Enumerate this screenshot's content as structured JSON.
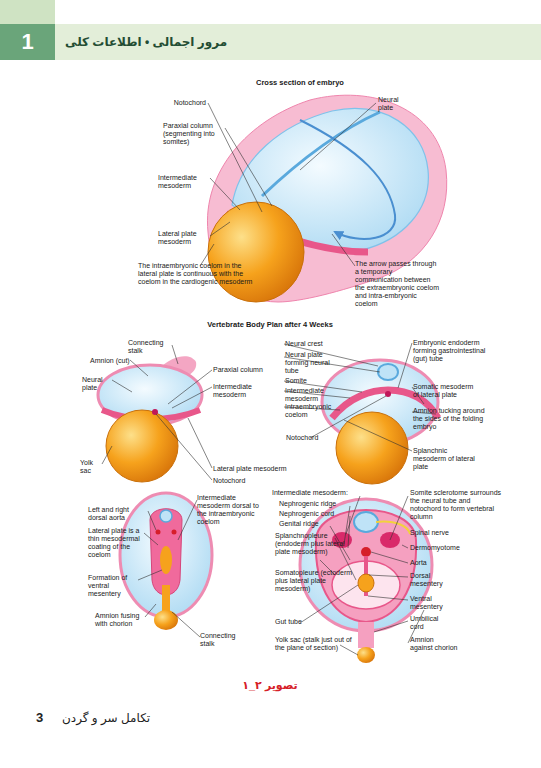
{
  "diagram": {
    "caption": "تصویر ۲_۱",
    "nodes": [
      {
        "text": [
          "مرور اجمالی • اطلاعات کلی"
        ]
      },
      {
        "text": [
          "1"
        ]
      }
    ],
    "labels": [
      "Cross section of embryo",
      "Notochord",
      "Neural plate",
      "Paraxial column (segmenting into somites)",
      "Intermediate mesoderm",
      "Lateral plate mesoderm",
      "The intraembryonic coelom in the lateral plate is continuous with the coelom in the cardiogenic mesoderm",
      "The arrow passes through a temporary communication between the extraembryonic coelom and intra-embryonic coelom",
      "Vertebrate Body Plan after 4 Weeks",
      "Connecting stalk",
      "Amnion (cut)",
      "Neural plate",
      "Paraxial column",
      "Intermediate mesoderm",
      "Lateral plate mesoderm",
      "Notochord",
      "Yolk sac",
      "Neural crest",
      "Neural plate forming neural tube",
      "Somite",
      "Intermediate mesoderm",
      "Intraembryonic coelom",
      "Notochord",
      "Embryonic endoderm forming gastrointestinal (gut) tube",
      "Somatic mesoderm of lateral plate",
      "Amnion tucking around the sides of the folding embryo",
      "Splanchnic mesoderm of lateral plate",
      "Left and right dorsal aorta",
      "Lateral plate is a thin mesodermal coating of the coelom",
      "Formation of ventral mesentery",
      "Amnion fusing with chorion",
      "Intermediate mesoderm dorsal to the intraembryonic coelom",
      "Connecting stalk",
      "Intermediate mesoderm:",
      "Nephrogenic ridge",
      "Nephrogenic cord",
      "Genital ridge",
      "Splanchnopleure (endoderm plus lateral plate mesoderm)",
      "Somatopleure (ectoderm plus lateral plate mesoderm)",
      "Gut tube",
      "Yolk sac (stalk just out of the plane of section)",
      "Somite sclerotome surrounds the neural tube and notochord to form vertebral column",
      "Spinal nerve",
      "Dermomyotome",
      "Aorta",
      "Dorsal mesentery",
      "Ventral mesentery",
      "Umbilical cord",
      "Amnion against chorion",
      "تکامل سر و گردن",
      "3"
    ]
  }
}
